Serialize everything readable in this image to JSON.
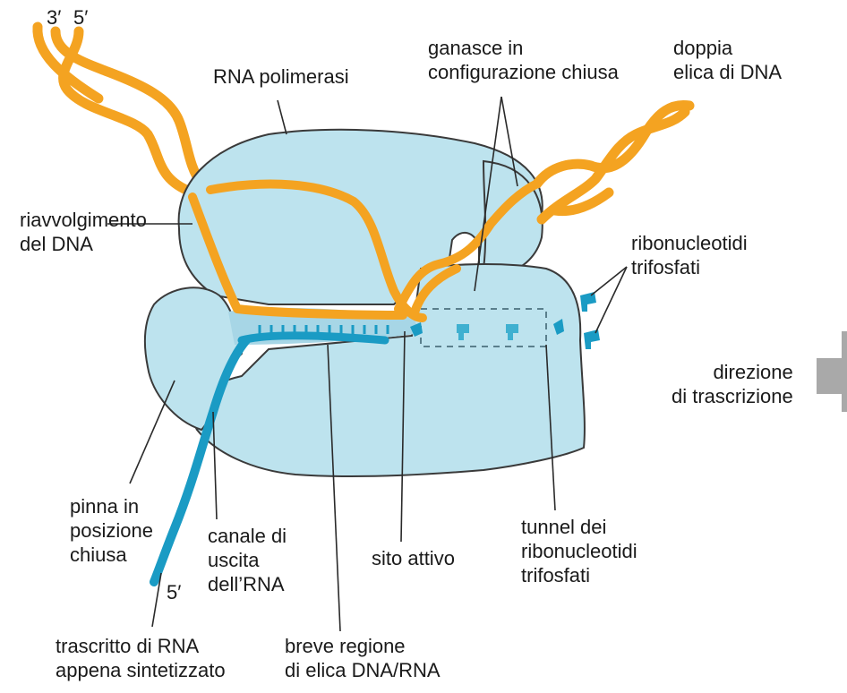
{
  "labels": {
    "strand_3": "3′",
    "strand_5_top": "5′",
    "rna_polimerasi": "RNA polimerasi",
    "ganasce_line1": "ganasce in",
    "ganasce_line2": "configurazione chiusa",
    "doppia_line1": "doppia",
    "doppia_line2": "elica di DNA",
    "riavvolgimento_line1": "riavvolgimento",
    "riavvolgimento_line2": "del DNA",
    "ribonucleotidi_line1": "ribonucleotidi",
    "ribonucleotidi_line2": "trifosfati",
    "direzione_line1": "direzione",
    "direzione_line2": "di trascrizione",
    "pinna_line1": "pinna in",
    "pinna_line2": "posizione",
    "pinna_line3": "chiusa",
    "canale_line1": "canale di",
    "canale_line2": "uscita",
    "canale_line3": "dell’RNA",
    "sito_attivo": "sito attivo",
    "tunnel_line1": "tunnel dei",
    "tunnel_line2": "ribonucleotidi",
    "tunnel_line3": "trifosfati",
    "rna_5": "5′",
    "trascritto_line1": "trascritto di RNA",
    "trascritto_line2": "appena sintetizzato",
    "breve_line1": "breve regione",
    "breve_line2": "di elica DNA/RNA"
  },
  "colors": {
    "dna": "#f4a321",
    "rna": "#1a9bc4",
    "enzyme": "#bde3ee",
    "enzyme_outline": "#3a3a3a",
    "arrow": "#9a9a9a"
  }
}
